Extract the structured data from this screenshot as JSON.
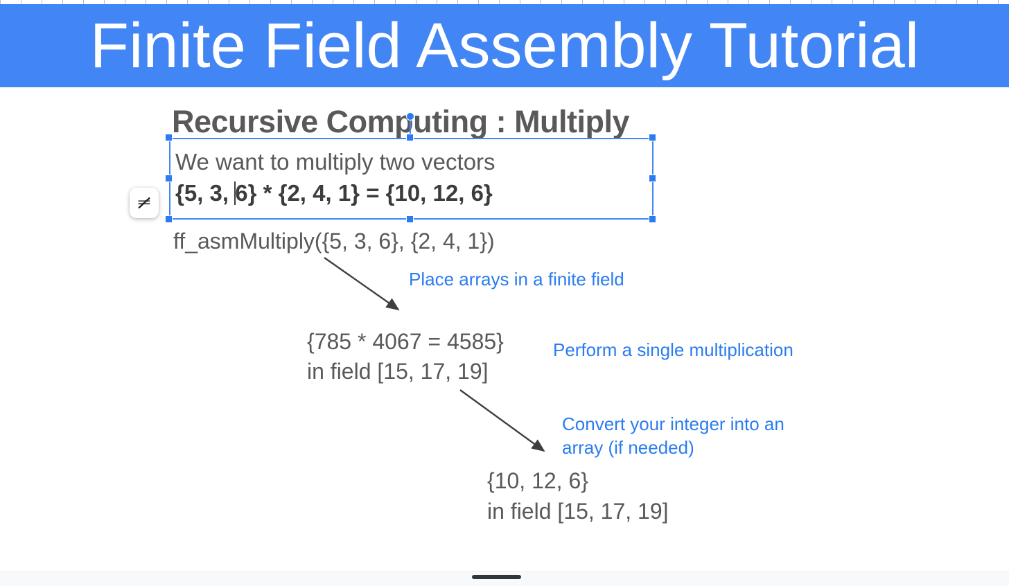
{
  "window": {
    "banner_title": "Finite Field Assembly Tutorial",
    "banner_color": "#4285f4"
  },
  "slide": {
    "heading": "Recursive Computing : Multiply",
    "selected_text_box": {
      "line1": "We want to multiply two vectors",
      "line2_before_caret": "{5, 3, ",
      "line2_after_caret": "6} * {2, 4, 1} = {10, 12, 6}"
    },
    "flow": [
      {
        "id": "call",
        "text": "ff_asmMultiply({5, 3, 6}, {2, 4, 1})"
      },
      {
        "id": "step1-line1",
        "text": "{785 * 4067 = 4585}"
      },
      {
        "id": "step1-line2",
        "text": "in field [15, 17, 19]"
      },
      {
        "id": "step2-line1",
        "text": "{10, 12, 6}"
      },
      {
        "id": "step2-line2",
        "text": "in field [15, 17, 19]"
      }
    ],
    "annotations": [
      {
        "id": "note1",
        "text": "Place arrays in a finite field"
      },
      {
        "id": "note2",
        "text": "Perform a single multiplication"
      },
      {
        "id": "note3-line1",
        "text": "Convert your integer into an"
      },
      {
        "id": "note3-line2",
        "text": "array (if needed)"
      }
    ],
    "annotation_color": "#2b7cf0",
    "body_text_color": "#595959"
  },
  "toolbar": {
    "floating_button_icon": "clear-formatting-icon"
  }
}
